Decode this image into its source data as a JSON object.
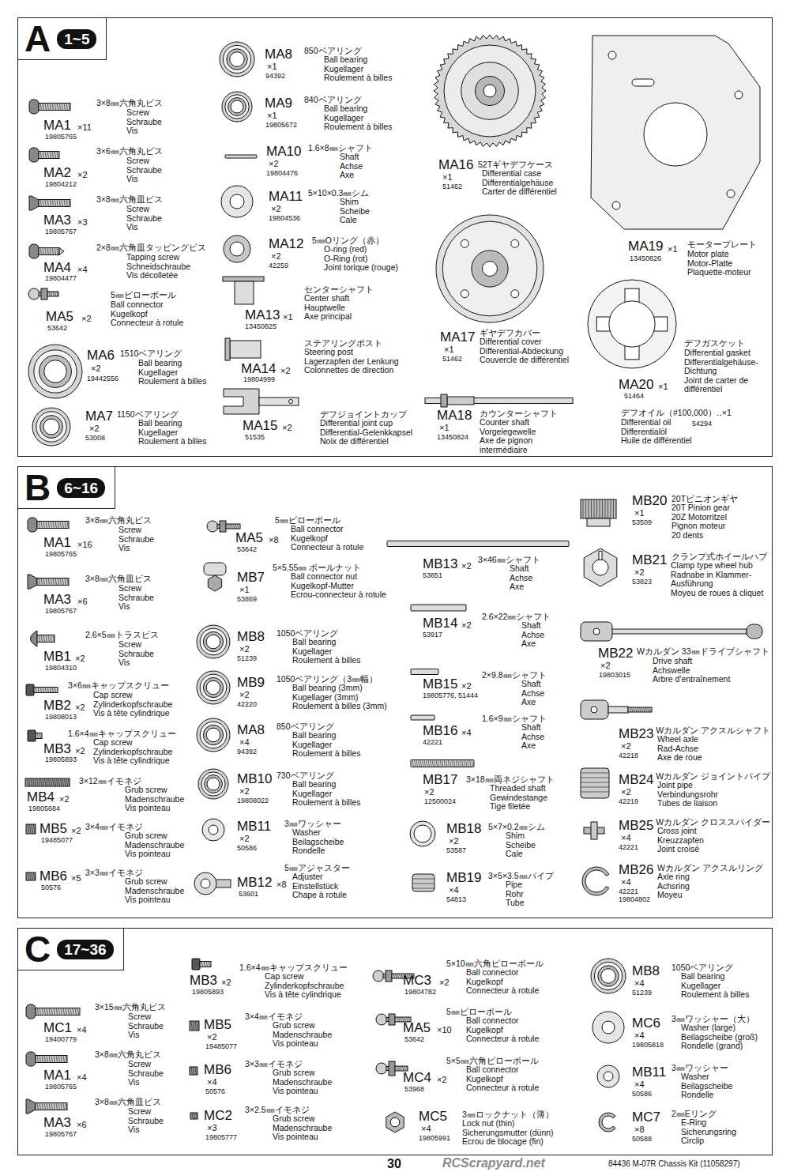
{
  "diagram": {
    "nodes": [
      {
        "text": [
          "A",
          "1~5"
        ]
      },
      {
        "text": [
          "B",
          "6~16"
        ]
      },
      {
        "text": [
          "C",
          "17~36"
        ]
      }
    ],
    "labels": [
      "MA1",
      "×11",
      "19805765",
      "3×8㎜六角丸ビス",
      "Screw",
      "Schraube",
      "Vis",
      "MA2",
      "×2",
      "19804212",
      "3×6㎜六角丸ビス",
      "Screw",
      "Schraube",
      "Vis",
      "MA3",
      "×3",
      "19805767",
      "3×8㎜六角皿ビス",
      "Screw",
      "Schraube",
      "Vis",
      "MA4",
      "×4",
      "19804477",
      "2×8㎜六角皿タッピングビス",
      "Tapping screw",
      "Schneidschraube",
      "Vis décolletée",
      "MA5",
      "×2",
      "53642",
      "5㎜ピローボール",
      "Ball connector",
      "Kugelkopf",
      "Connecteur à rotule",
      "MA6",
      "×2",
      "19442556",
      "1510ベアリング",
      "Ball bearing",
      "Kugellager",
      "Roulement à billes",
      "MA7",
      "×2",
      "53008",
      "1150ベアリング",
      "Ball bearing",
      "Kugellager",
      "Roulement à billes",
      "MA8",
      "×1",
      "94392",
      "850ベアリング",
      "Ball bearing",
      "Kugellager",
      "Roulement à billes",
      "MA9",
      "×1",
      "19805672",
      "840ベアリング",
      "Ball bearing",
      "Kugellager",
      "Roulement à billes",
      "MA10",
      "×2",
      "19804476",
      "1.6×8㎜シャフト",
      "Shaft",
      "Achse",
      "Axe",
      "MA11",
      "×2",
      "19804536",
      "5×10×0.3㎜シム",
      "Shim",
      "Scheibe",
      "Cale",
      "MA12",
      "×2",
      "42259",
      "5㎜Oリング（赤）",
      "O-ring (red)",
      "O-Ring (rot)",
      "Joint torique (rouge)",
      "MA13",
      "×1",
      "13450825",
      "センターシャフト",
      "Center shaft",
      "Hauptwelle",
      "Axe principal",
      "MA14",
      "×2",
      "19804999",
      "ステアリングポスト",
      "Steering post",
      "Lagerzapfen der Lenkung",
      "Colonnettes de direction",
      "MA15",
      "×2",
      "51535",
      "デフジョイントカップ",
      "Differential joint cup",
      "Differential-Gelenkkapsel",
      "Noix de différentiel",
      "MA16",
      "×1",
      "51462",
      "52Tギヤデフケース",
      "Differential case",
      "Differentialgehäuse",
      "Carter de différentiel",
      "MA17",
      "×1",
      "51462",
      "ギヤデフカバー",
      "Differential cover",
      "Differential-Abdeckung",
      "Couvercle de différentiel",
      "MA18",
      "×1",
      "13450824",
      "カウンターシャフト",
      "Counter shaft",
      "Vorgelegewelle",
      "Axe de pignon intermédiaire",
      "MA19",
      "×1",
      "13450826",
      "モータープレート",
      "Motor plate",
      "Motor-Platte",
      "Plaquette-moteur",
      "MA20",
      "×1",
      "51464",
      "デフガスケット",
      "Differential gasket",
      "Differentialgehäuse-Dichtung",
      "Joint de carter de différentiel",
      "デフオイル（#100,000）‥×1",
      "Differential oil",
      "Differentialöl",
      "Huile de différentiel",
      "54294",
      "MA1",
      "×16",
      "19805765",
      "3×8㎜六角丸ビス",
      "Screw",
      "Schraube",
      "Vis",
      "MA3",
      "×6",
      "19805767",
      "3×8㎜六角皿ビス",
      "Screw",
      "Schraube",
      "Vis",
      "MB1",
      "×2",
      "19804310",
      "2.6×5㎜トラスビス",
      "Screw",
      "Schraube",
      "Vis",
      "MB2",
      "×2",
      "19808013",
      "3×6㎜キャップスクリュー",
      "Cap screw",
      "Zylinderkopfschraube",
      "Vis à tête cylindrique",
      "MB3",
      "×2",
      "19805893",
      "1.6×4㎜キャップスクリュー",
      "Cap screw",
      "Zylinderkopfschraube",
      "Vis à tête cylindrique",
      "MB4",
      "×2",
      "19805684",
      "3×12㎜イモネジ",
      "Grub screw",
      "Madenschraube",
      "Vis pointeau",
      "MB5",
      "×2",
      "19485077",
      "3×4㎜イモネジ",
      "Grub screw",
      "Madenschraube",
      "Vis pointeau",
      "MB6",
      "×5",
      "50576",
      "3×3㎜イモネジ",
      "Grub screw",
      "Madenschraube",
      "Vis pointeau",
      "MA5",
      "×8",
      "53642",
      "5㎜ピローボール",
      "Ball connector",
      "Kugelkopf",
      "Connecteur à rotule",
      "MB7",
      "×1",
      "53869",
      "5×5.55㎜ ボールナット",
      "Ball connector nut",
      "Kugelkopf-Mutter",
      "Ecrou-connecteur à rotule",
      "MB8",
      "×2",
      "51239",
      "1050ベアリング",
      "Ball bearing",
      "Kugellager",
      "Roulement à billes",
      "MB9",
      "×2",
      "42220",
      "1050ベアリング（3㎜幅）",
      "Ball bearing (3mm)",
      "Kugellager (3mm)",
      "Roulement à billes (3mm)",
      "MA8",
      "×4",
      "94392",
      "850ベアリング",
      "Ball bearing",
      "Kugellager",
      "Roulement à billes",
      "MB10",
      "×2",
      "19808022",
      "730ベアリング",
      "Ball bearing",
      "Kugellager",
      "Roulement à billes",
      "MB11",
      "×2",
      "50586",
      "3㎜ワッシャー",
      "Washer",
      "Beilagscheibe",
      "Rondelle",
      "MB12",
      "×8",
      "53601",
      "5㎜アジャスター",
      "Adjuster",
      "Einstellstück",
      "Chape à rotule",
      "MB13",
      "×2",
      "53851",
      "3×46㎜シャフト",
      "Shaft",
      "Achse",
      "Axe",
      "MB14",
      "×2",
      "53917",
      "2.6×22㎜シャフト",
      "Shaft",
      "Achse",
      "Axe",
      "MB15",
      "×2",
      "19805776, 51444",
      "2×9.8㎜シャフト",
      "Shaft",
      "Achse",
      "Axe",
      "MB16",
      "×4",
      "42221",
      "1.6×9㎜シャフト",
      "Shaft",
      "Achse",
      "Axe",
      "MB17",
      "×2",
      "12500024",
      "3×18㎜両ネジシャフト",
      "Threaded shaft",
      "Gewindestange",
      "Tige filetée",
      "MB18",
      "×2",
      "53587",
      "5×7×0.2㎜シム",
      "Shim",
      "Scheibe",
      "Cale",
      "MB19",
      "×4",
      "54813",
      "3×5×3.5㎜パイプ",
      "Pipe",
      "Rohr",
      "Tube",
      "MB20",
      "×1",
      "53509",
      "20Tピニオンギヤ",
      "20T Pinion gear",
      "20Z Motorritzel",
      "Pignon moteur",
      "20 dents",
      "MB21",
      "×2",
      "53823",
      "クランプ式ホイールハブ",
      "Clamp type wheel hub",
      "Radnabe in Klammer-Ausführung",
      "Moyeu de roues à cliquet",
      "MB22",
      "×2",
      "19803015",
      "Wカルダン 33㎜ドライブシャフト",
      "Drive shaft",
      "Achswelle",
      "Arbre d'entraînement",
      "MB23",
      "×2",
      "42218",
      "Wカルダン アクスルシャフト",
      "Wheel axle",
      "Rad-Achse",
      "Axe de roue",
      "MB24",
      "×2",
      "42219",
      "Wカルダン ジョイントパイプ",
      "Joint pipe",
      "Verbindungsrohr",
      "Tubes de liaison",
      "MB25",
      "×4",
      "42221",
      "Wカルダン クロススパイダー",
      "Cross joint",
      "Kreuzzapfen",
      "Joint croisé",
      "MB26",
      "×4",
      "42221",
      "19804802",
      "Wカルダン アクスルリング",
      "Axle ring",
      "Achsring",
      "Moyeu",
      "MC1",
      "×4",
      "19400779",
      "3×15㎜六角丸ビス",
      "Screw",
      "Schraube",
      "Vis",
      "MA1",
      "×4",
      "19805765",
      "3×8㎜六角丸ビス",
      "Screw",
      "Schraube",
      "Vis",
      "MA3",
      "×6",
      "19805767",
      "3×8㎜六角皿ビス",
      "Screw",
      "Schraube",
      "Vis",
      "MB3",
      "×2",
      "19805893",
      "1.6×4㎜キャップスクリュー",
      "Cap screw",
      "Zylinderkopfschraube",
      "Vis à tête cylindrique",
      "MB5",
      "×2",
      "19485077",
      "3×4㎜イモネジ",
      "Grub screw",
      "Madenschraube",
      "Vis pointeau",
      "MB6",
      "×4",
      "50576",
      "3×3㎜イモネジ",
      "Grub screw",
      "Madenschraube",
      "Vis pointeau",
      "MC2",
      "×3",
      "19805777",
      "3×2.5㎜イモネジ",
      "Grub screw",
      "Madenschraube",
      "Vis pointeau",
      "MC3",
      "×2",
      "19804782",
      "5×10㎜六角ピローボール",
      "Ball connector",
      "Kugelkopf",
      "Connecteur à rotule",
      "MA5",
      "×10",
      "53642",
      "5㎜ピローボール",
      "Ball connector",
      "Kugelkopf",
      "Connecteur à rotule",
      "MC4",
      "×2",
      "53968",
      "5×5㎜六角ピローボール",
      "Ball connector",
      "Kugelkopf",
      "Connecteur à rotule",
      "MC5",
      "×4",
      "19805991",
      "3㎜ロックナット（薄）",
      "Lock nut (thin)",
      "Sicherungsmutter (dünn)",
      "Ecrou de blocage (fin)",
      "MB8",
      "×4",
      "51239",
      "1050ベアリング",
      "Ball bearing",
      "Kugellager",
      "Roulement à billes",
      "MC6",
      "×4",
      "19805818",
      "3㎜ワッシャー（大）",
      "Washer (large)",
      "Beilagscheibe (groß)",
      "Rondelle (grand)",
      "MB11",
      "×4",
      "50586",
      "3㎜ワッシャー",
      "Washer",
      "Beilagscheibe",
      "Rondelle",
      "MC7",
      "×8",
      "50588",
      "2㎜Eリング",
      "E-Ring",
      "Sicherungsring",
      "Circlip",
      "30",
      "84436 M-07R Chassis Kit (11058297)",
      "RCScrapyard.net"
    ]
  }
}
